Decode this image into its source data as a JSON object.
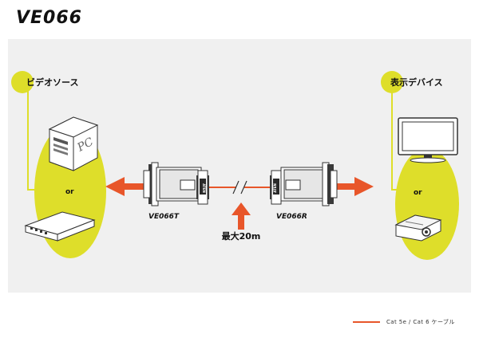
{
  "title": "VE066",
  "source": {
    "label": "ビデオソース",
    "or": "or"
  },
  "display": {
    "label": "表示デバイス",
    "or": "or"
  },
  "transmitter": {
    "label": "VE066T",
    "logo": "ATEN"
  },
  "receiver": {
    "label": "VE066R",
    "logo": "ATEN"
  },
  "distance": "最大20m",
  "legend": {
    "text": "Cat 5e / Cat 6 ケーブル"
  },
  "devices": {
    "pc_text": "PC"
  },
  "colors": {
    "accent": "#e8562a",
    "highlight": "#dede2a",
    "panel": "#f0f0f0",
    "device_dark": "#2a2a2a"
  }
}
